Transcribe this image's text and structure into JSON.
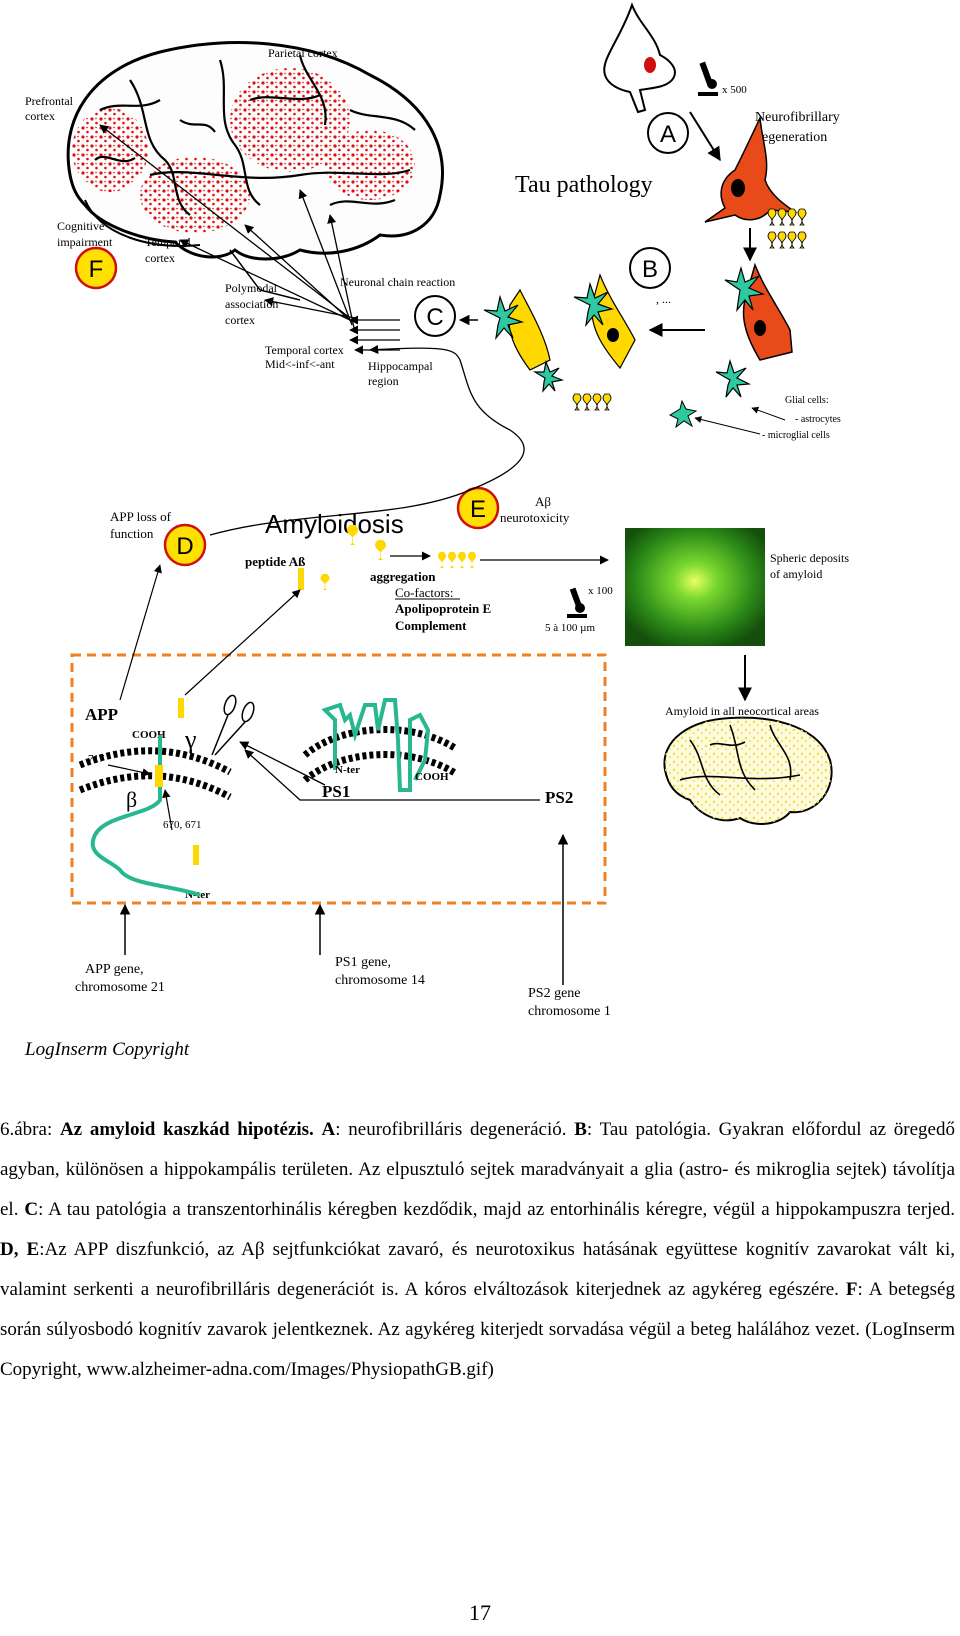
{
  "figure": {
    "labels": {
      "parietal_cortex": "Parietal cortex",
      "prefrontal_1": "Prefrontal",
      "prefrontal_2": "cortex",
      "cognitive_1": "Cognitive",
      "cognitive_2": "impairment",
      "temporal_1": "Temporal",
      "temporal_2": "cortex",
      "polymodal_1": "Polymodal",
      "polymodal_2": "association",
      "polymodal_3": "cortex",
      "temporal_mid_1": "Temporal cortex",
      "temporal_mid_2": "Mid<-inf<-ant",
      "hippocampal_1": "Hippocampal",
      "hippocampal_2": "region",
      "neuronal_chain": "Neuronal chain reaction",
      "tau_pathology": "Tau pathology",
      "magnify_500": "x 500",
      "neurofibrillary_1": "Neurofibrillary",
      "neurofibrillary_2": "degeneration",
      "ellipsis": ", ...",
      "glial_1": "Glial cells:",
      "glial_2": "- astrocytes",
      "glial_3": "- microglial cells",
      "app_loss_1": "APP loss of",
      "app_loss_2": "function",
      "amyloidosis": "Amyloidosis",
      "abeta_tox_1": "Aβ",
      "abeta_tox_2": "neurotoxicity",
      "peptide": "peptide Aß",
      "aggregation": "aggregation",
      "cofactors": "Co-factors:",
      "apoe": "Apolipoprotein E",
      "complement": "Complement",
      "magnify_100": "x 100",
      "scale": "5 à 100 µm",
      "spheric_1": "Spheric deposits",
      "spheric_2": "of amyloid",
      "amyloid_all": "Amyloid in all neocortical areas",
      "app": "APP",
      "cooh": "COOH",
      "gamma": "γ",
      "n717": "717",
      "beta": "β",
      "n670": "670, 671",
      "nter": "N-ter",
      "nter2": "N-ter",
      "cooh2": "COOH",
      "ps1": "PS1",
      "ps2": "PS2",
      "app_gene_1": "APP gene,",
      "app_gene_2": "chromosome 21",
      "ps1_gene_1": "PS1 gene,",
      "ps1_gene_2": "chromosome 14",
      "ps2_gene_1": "PS2 gene",
      "ps2_gene_2": "chromosome 1",
      "copyright": "LogInserm Copyright"
    },
    "circles": {
      "A": "A",
      "B": "B",
      "C": "C",
      "D": "D",
      "E": "E",
      "F": "F"
    }
  },
  "caption": {
    "prefix": "6.ábra: ",
    "title": "Az amyloid kaszkád hipotézis.",
    "a_key": "A",
    "a_text": ": neurofibrilláris degeneráció. ",
    "b_key": "B",
    "b_text": ": Tau patológia. Gyakran előfordul az öregedő agyban, különösen a hippokampális területen. Az elpusztuló sejtek maradványait a glia (astro- és mikroglia sejtek) távolítja el. ",
    "c_key": "C",
    "c_text": ": A tau patológia a transzentorhinális kéregben kezdődik, majd az entorhinális kéregre, végül a hippokampuszra terjed. ",
    "de_key": "D, E",
    "de_text": ":Az APP diszfunkció, az Aβ sejtfunkciókat zavaró, és neurotoxikus hatásának együttese kognitív zavarokat vált ki, valamint serkenti a neurofibrilláris degenerációt is. A kóros elváltozások kiterjednek az agykéreg egészére. ",
    "f_key": "F",
    "f_text": ": A betegség során súlyosbodó kognitív zavarok jelentkeznek. Az agykéreg kiterjedt sorvadása végül a beteg halálához vezet. (LogInserm Copyright, www.alzheimer-adna.com/Images/PhysiopathGB.gif)"
  },
  "page_number": "17",
  "colors": {
    "red_spots": "#e01010",
    "yellow": "#ffd800",
    "green_cell": "#2ec9a0",
    "orange_dash": "#f08020",
    "neuron_red": "#e84a1a",
    "circle_fill": "#ffe000",
    "circle_stroke": "#d01010",
    "protein_green": "#28b890",
    "deposit_green": "#2c8a18"
  }
}
